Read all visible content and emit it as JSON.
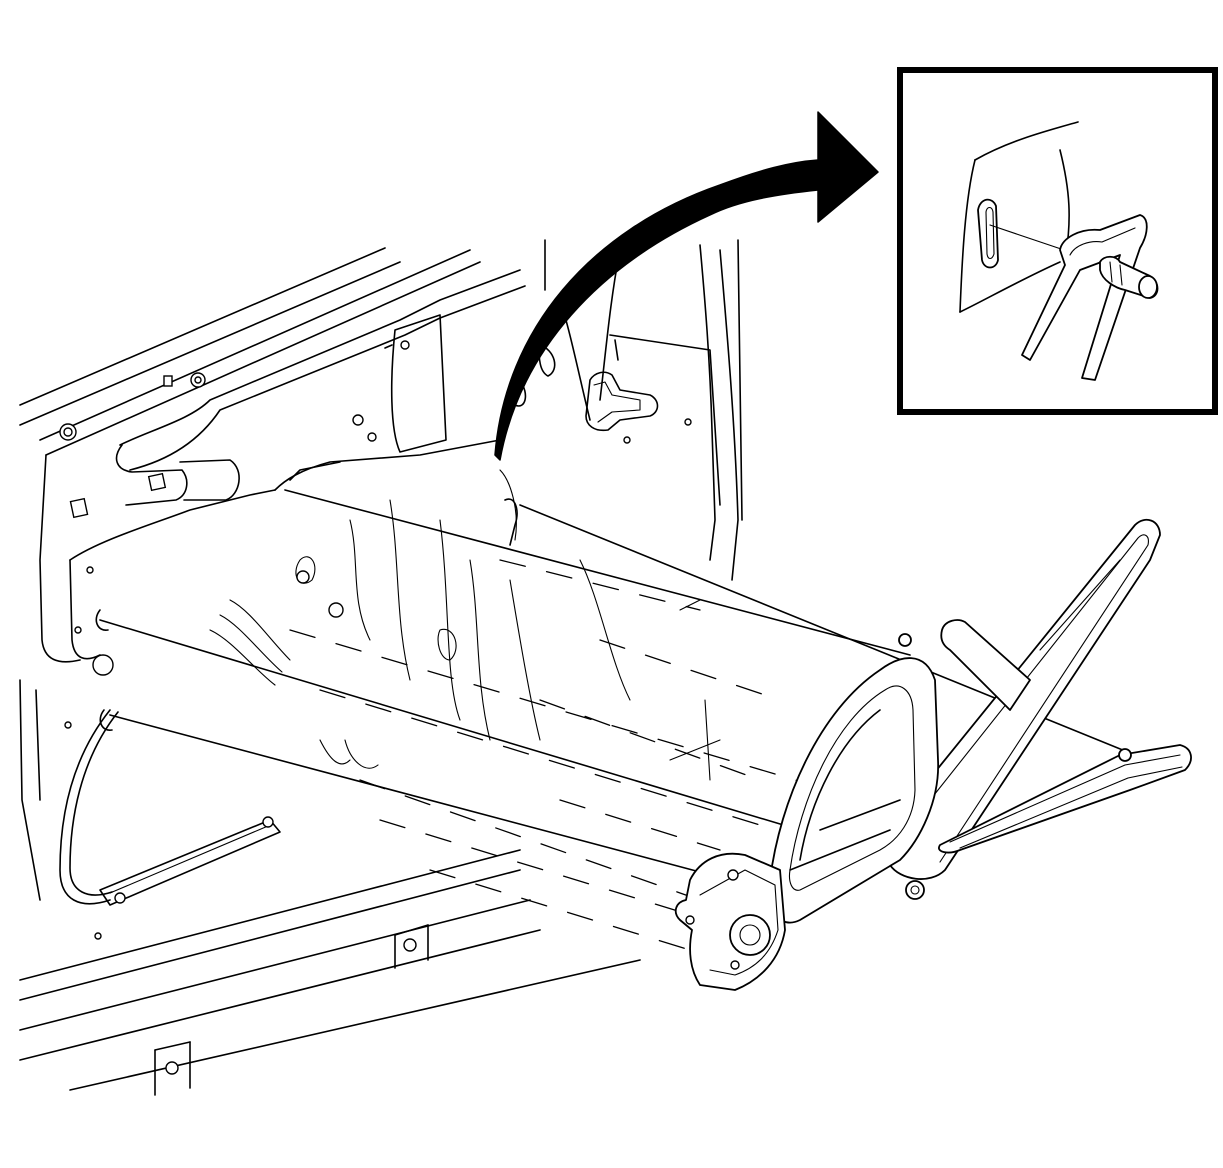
{
  "diagram": {
    "elements": [
      "door-inner-panel",
      "window-regulator-assembly",
      "installation-guide-lines",
      "direction-arrow",
      "detail-inset"
    ]
  }
}
